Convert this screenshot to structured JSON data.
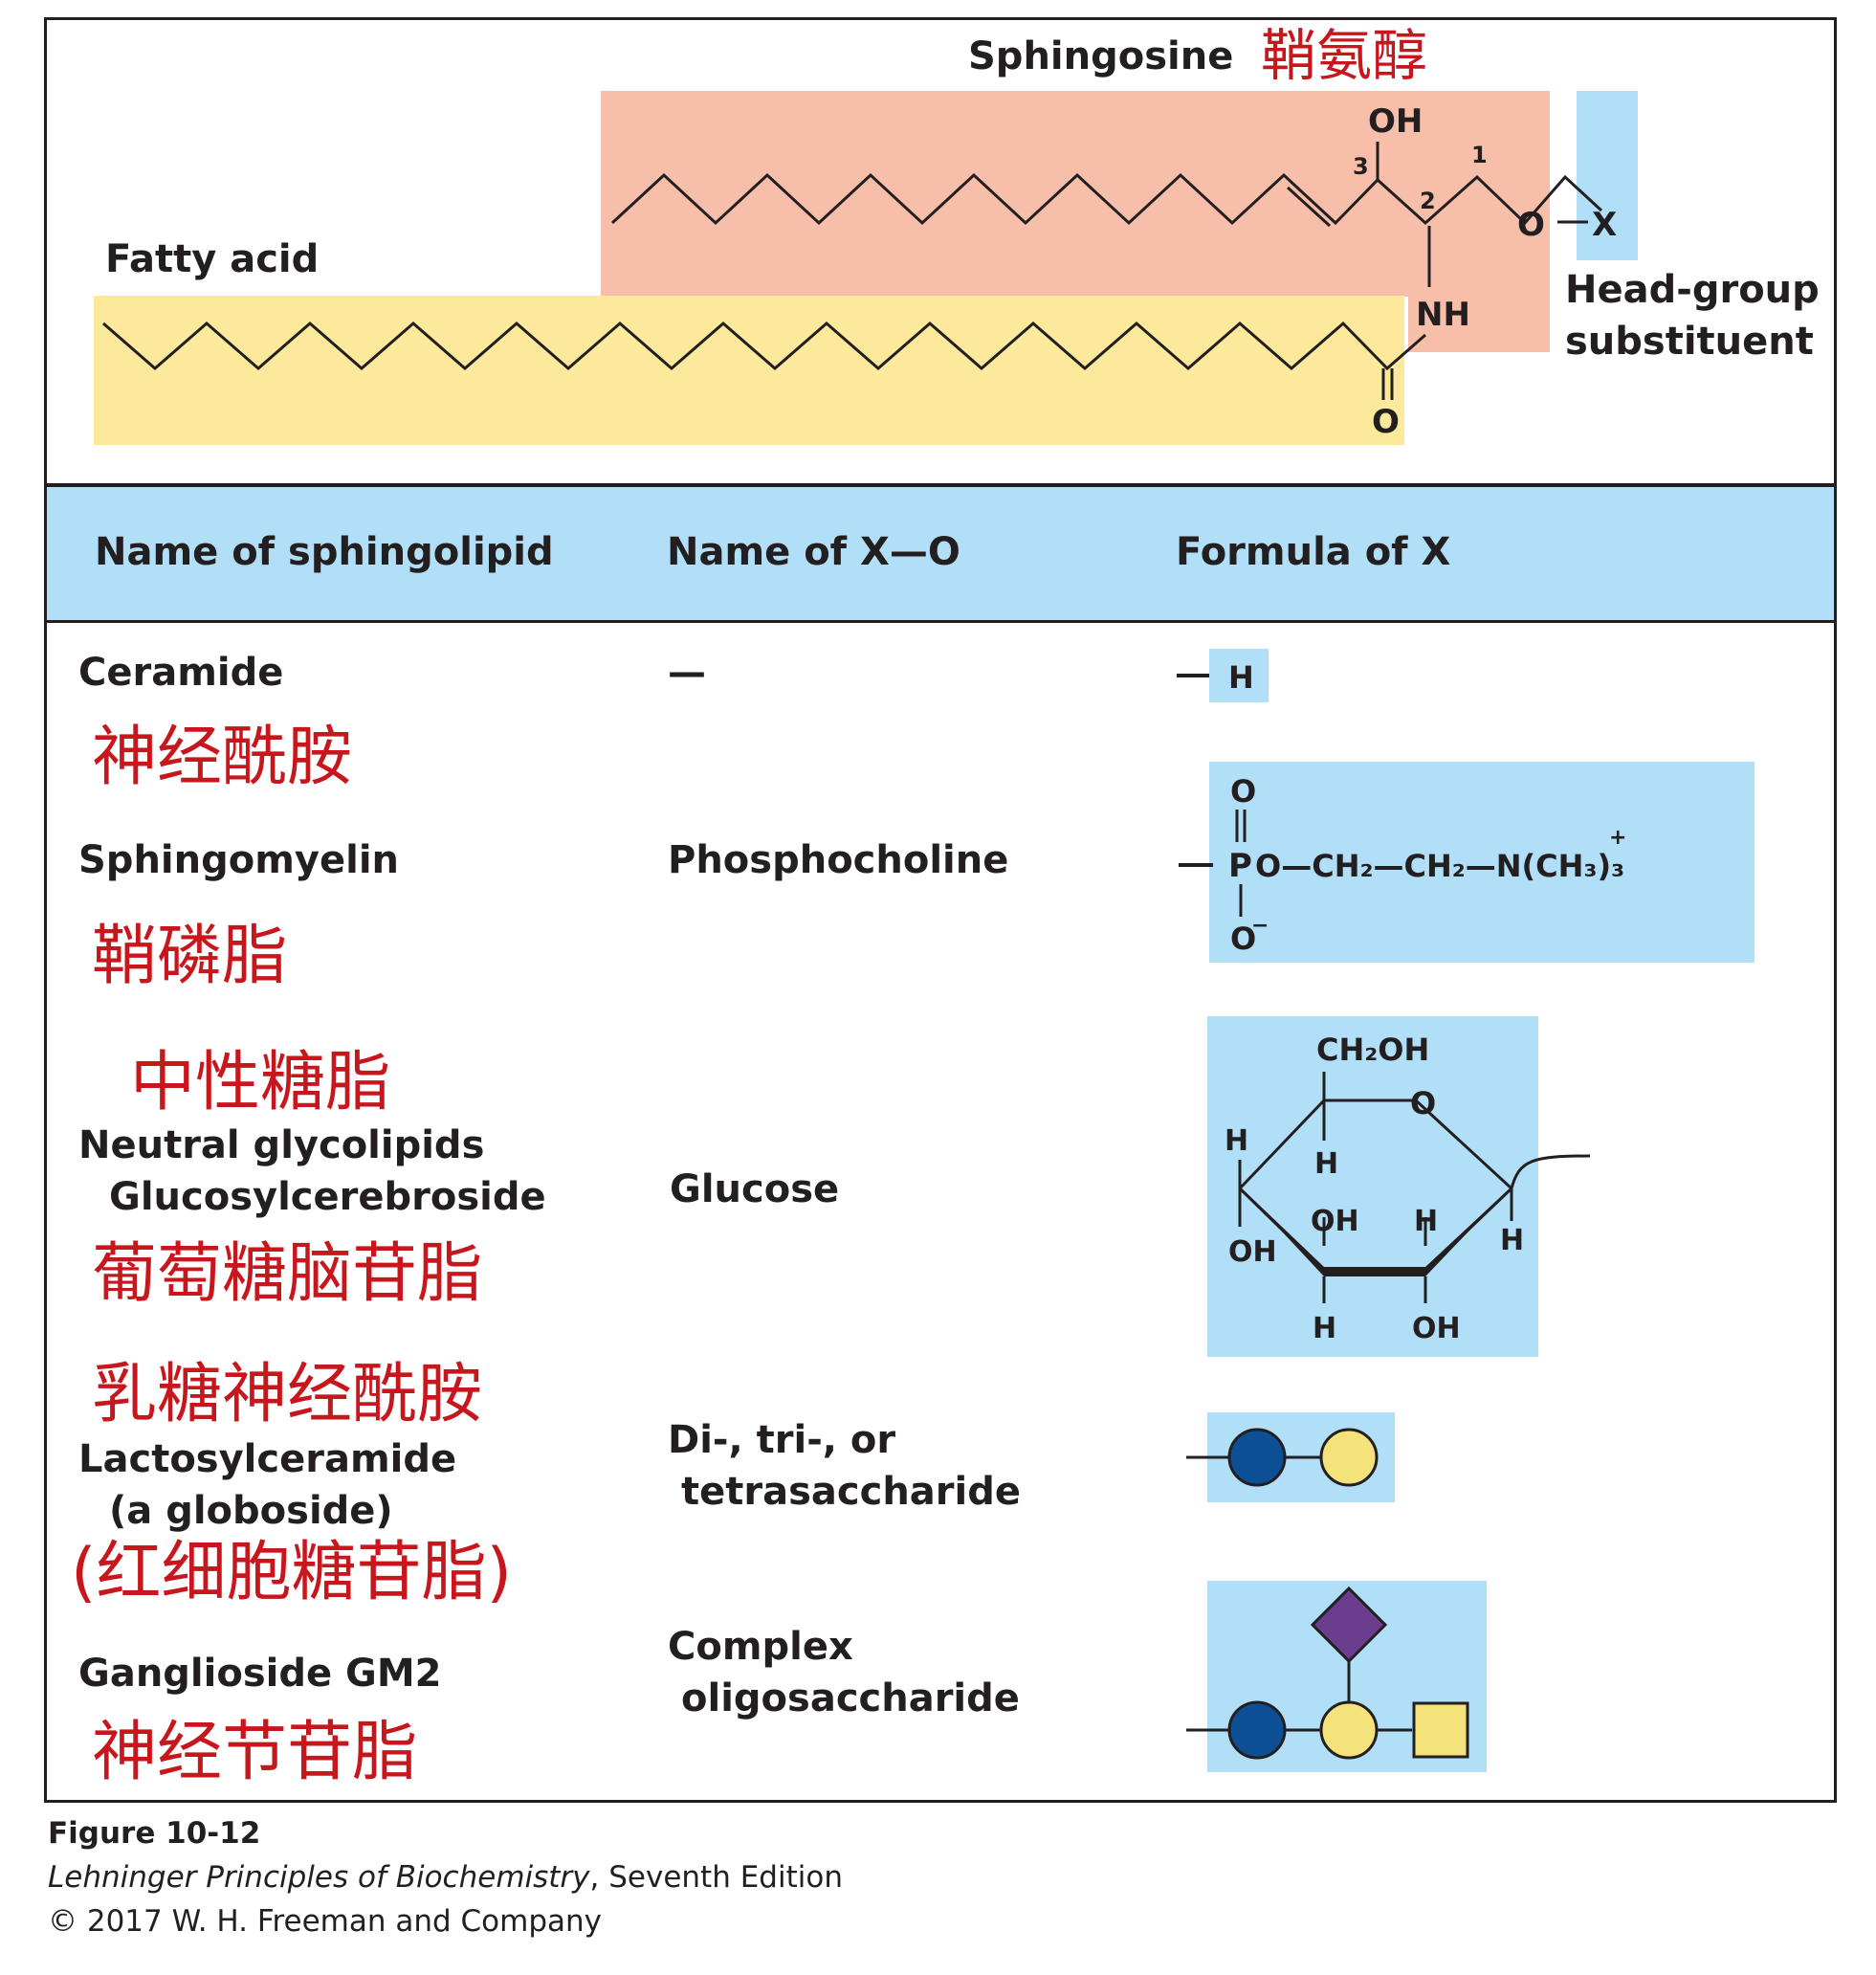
{
  "structure": {
    "sphingosine_label": "Sphingosine",
    "sphingosine_cn": "鞘氨醇",
    "fatty_acid_label": "Fatty acid",
    "head_group_label_1": "Head-group",
    "head_group_label_2": "substituent",
    "oh_label": "OH",
    "nh_label": "NH",
    "o_carbonyl": "O",
    "o_link": "O",
    "x_label": "X",
    "carbon_1": "1",
    "carbon_2": "2",
    "carbon_3": "3"
  },
  "table": {
    "headers": [
      "Name of sphingolipid",
      "Name of X—O",
      "Formula of X"
    ],
    "rows": [
      {
        "name_lines": [
          "Ceramide"
        ],
        "cn": [
          "神经酰胺"
        ],
        "x_name_lines": [
          "—"
        ],
        "formula": "H"
      },
      {
        "name_lines": [
          "Sphingomyelin"
        ],
        "cn": [
          "鞘磷脂"
        ],
        "x_name_lines": [
          "Phosphocholine"
        ],
        "formula": "phosphocholine"
      },
      {
        "name_lines": [
          "Neutral glycolipids",
          "Glucosylcerebroside"
        ],
        "cn": [
          "中性糖脂",
          "葡萄糖脑苷脂"
        ],
        "x_name_lines": [
          "Glucose"
        ],
        "formula": "glucose"
      },
      {
        "name_lines": [
          "Lactosylceramide",
          "(a globoside)"
        ],
        "cn": [
          "乳糖神经酰胺",
          "(红细胞糖苷脂)"
        ],
        "x_name_lines": [
          "Di-, tri-, or",
          "tetrasaccharide"
        ],
        "formula": "disaccharide"
      },
      {
        "name_lines": [
          "Ganglioside GM2"
        ],
        "cn": [
          "神经节苷脂"
        ],
        "x_name_lines": [
          "Complex",
          "oligosaccharide"
        ],
        "formula": "oligosaccharide"
      }
    ]
  },
  "formulas": {
    "phosphocholine": {
      "o_top": "O",
      "p": "P",
      "o_bottom": "O",
      "minus": "−",
      "chain": "O—CH₂—CH₂—N(CH₃)₃",
      "plus": "+"
    },
    "glucose": {
      "ch2oh": "CH₂OH",
      "ring_o": "O",
      "h_labels": [
        "H",
        "H",
        "H",
        "H",
        "H"
      ],
      "oh_labels": [
        "OH",
        "OH",
        "OH"
      ]
    }
  },
  "colors": {
    "sphingosine_fill": "#f7bfaa",
    "fatty_acid_fill": "#fce99c",
    "head_group_fill": "#b1dff7",
    "table_header_fill": "#b1dff7",
    "chinese_red": "#c8161d",
    "glucose_dark_blue": "#0d4f95",
    "galactose_yellow": "#f4e37a",
    "sialic_purple": "#6a3d8f"
  },
  "footer": {
    "figure": "Figure 10-12",
    "book_title": "Lehninger Principles of Biochemistry",
    "edition": ", Seventh Edition",
    "copyright": "© 2017 W. H. Freeman and Company"
  }
}
